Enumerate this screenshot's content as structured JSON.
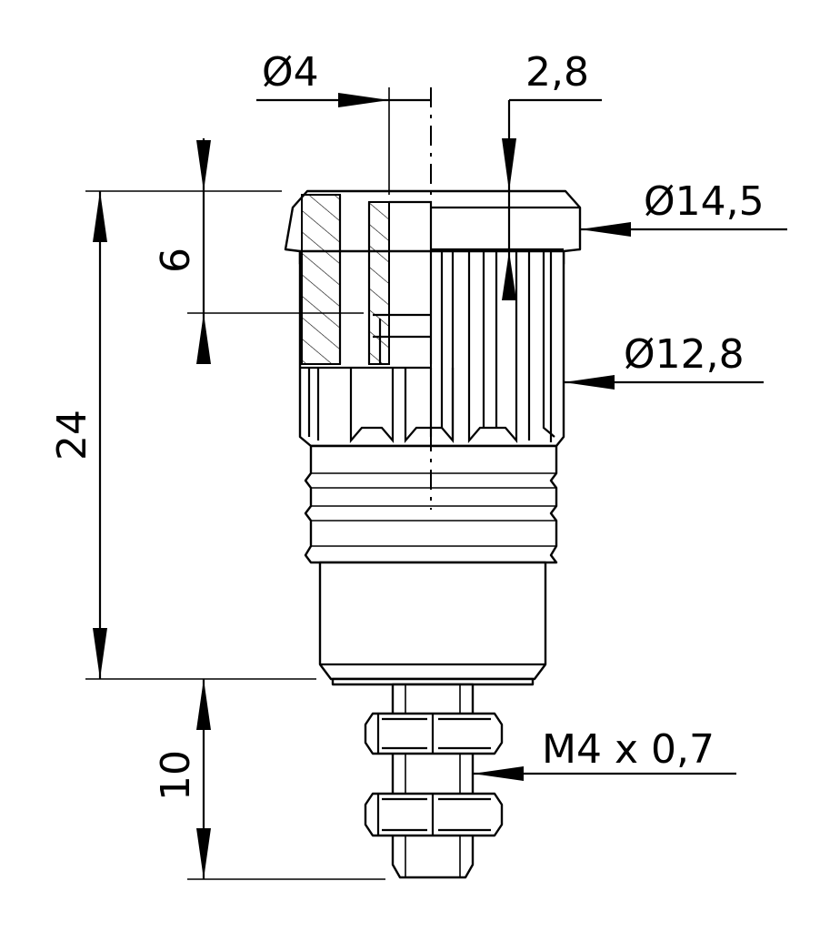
{
  "dimensions": {
    "bore_diameter": "Ø4",
    "wall_offset": "2,8",
    "collar_diameter": "Ø14,5",
    "body_diameter": "Ø12,8",
    "collar_depth": "6",
    "body_height": "24",
    "stud_length": "10",
    "thread": "M4 x 0,7"
  }
}
